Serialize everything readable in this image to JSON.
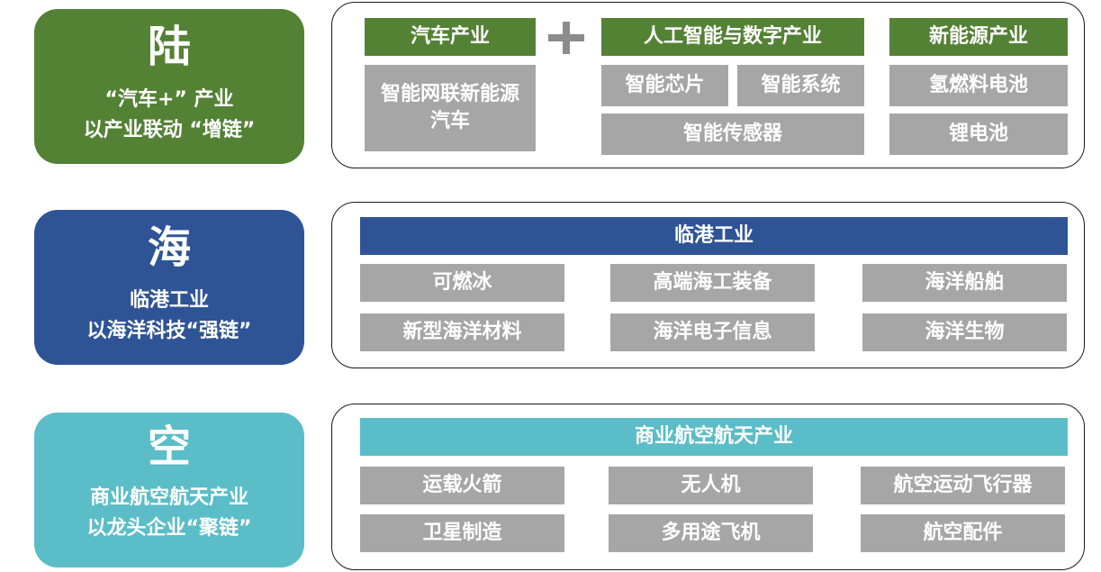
{
  "colors": {
    "land": "#548235",
    "sea": "#2f5496",
    "sky": "#5bbdc7",
    "cell": "#a6a6a6"
  },
  "land": {
    "char": "陆",
    "line1": "“汽车+” 产业",
    "line2": "以产业联动 “增链”",
    "headers": [
      "汽车产业",
      "人工智能与数字产业",
      "新能源产业"
    ],
    "plus_symbol": "+",
    "cells": [
      "智能网联新能源汽车",
      "智能芯片",
      "智能系统",
      "智能传感器",
      "氢燃料电池",
      "锂电池"
    ]
  },
  "sea": {
    "char": "海",
    "line1": "临港工业",
    "line2": "以海洋科技“强链”",
    "header": "临港工业",
    "cells": [
      "可燃冰",
      "高端海工装备",
      "海洋船舶",
      "新型海洋材料",
      "海洋电子信息",
      "海洋生物"
    ]
  },
  "sky": {
    "char": "空",
    "line1": "商业航空航天产业",
    "line2": "以龙头企业“聚链”",
    "header": "商业航空航天产业",
    "cells": [
      "运载火箭",
      "无人机",
      "航空运动飞行器",
      "卫星制造",
      "多用途飞机",
      "航空配件"
    ]
  }
}
